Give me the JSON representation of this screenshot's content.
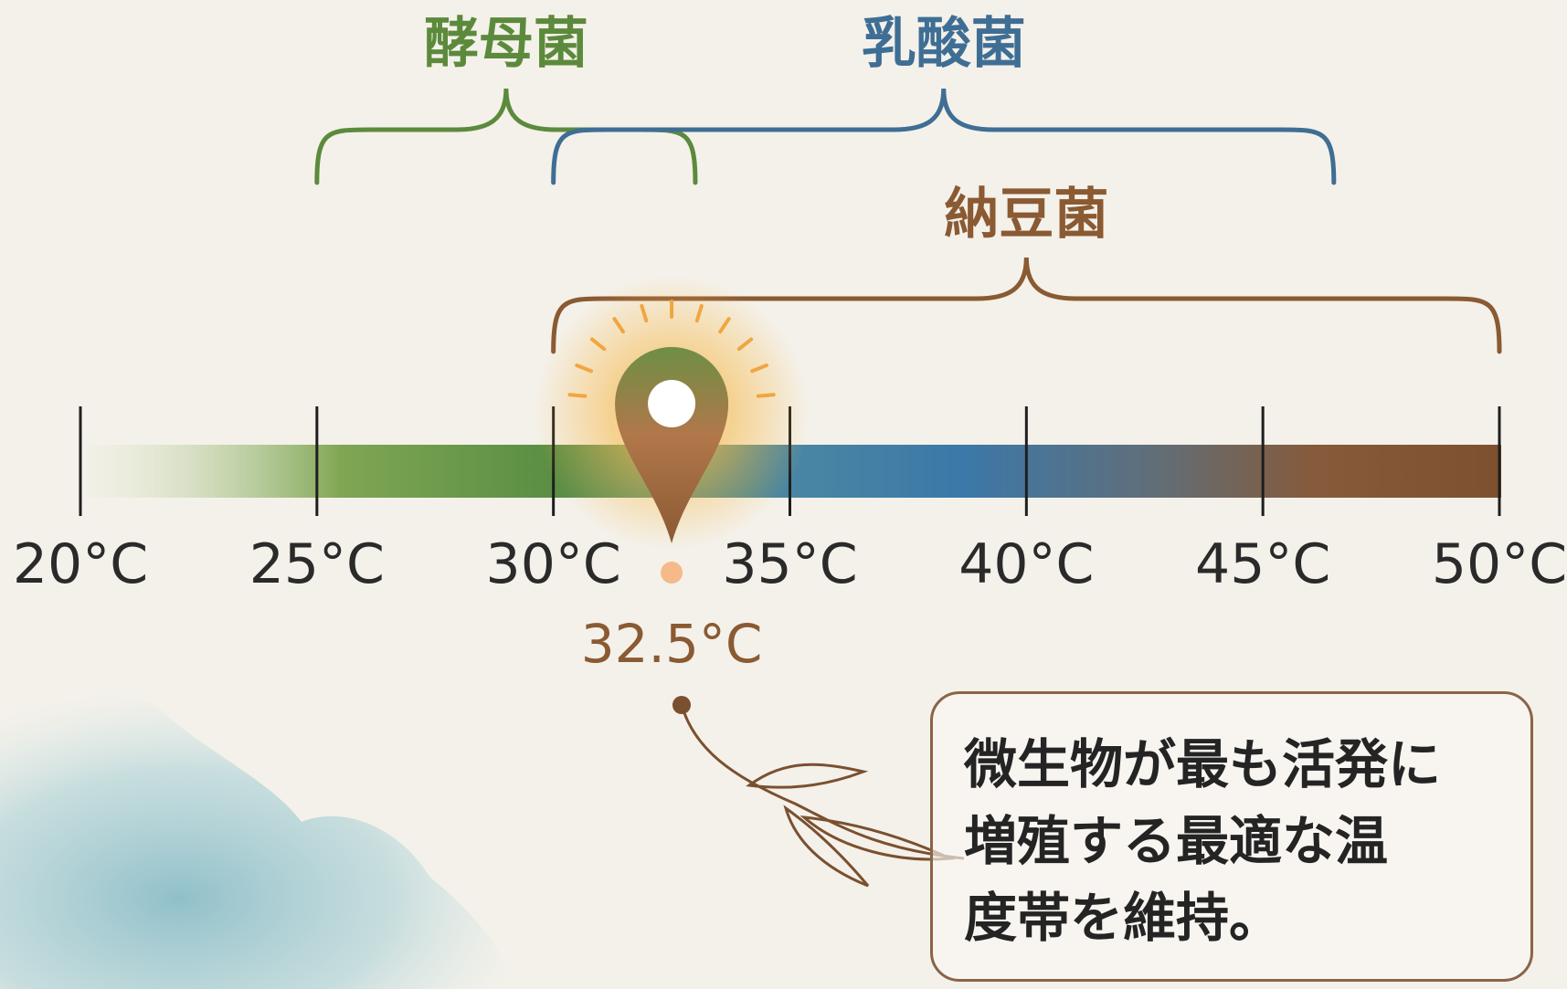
{
  "axis": {
    "unit": "°C",
    "ticks": [
      20,
      25,
      30,
      35,
      40,
      45,
      50
    ],
    "tick_labels": [
      "20°C",
      "25°C",
      "30°C",
      "35°C",
      "40°C",
      "45°C",
      "50°C"
    ]
  },
  "ranges": [
    {
      "label": "酵母菌",
      "from": 25,
      "to": 33,
      "color": "#5c8a3c"
    },
    {
      "label": "乳酸菌",
      "from": 30,
      "to": 46.5,
      "color": "#3f6e95"
    },
    {
      "label": "納豆菌",
      "from": 30,
      "to": 50,
      "color": "#8a5a33"
    }
  ],
  "marker": {
    "value": 32.5,
    "label": "32.5°C",
    "color": "#b07a48"
  },
  "note": {
    "lines": [
      "微生物が最も活発に",
      "増殖する最適な温",
      "度帯を維持。"
    ]
  },
  "colors": {
    "yeast": "#5c8a3c",
    "lactic": "#3f6e95",
    "natto": "#8a5a33",
    "glow": "#f6b94a",
    "background": "#f4f1ea"
  }
}
